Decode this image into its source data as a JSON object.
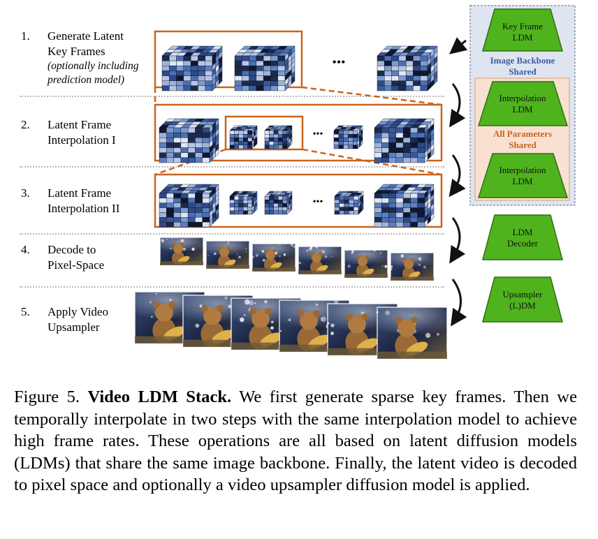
{
  "steps": [
    {
      "num": "1.",
      "line1": "Generate Latent",
      "line2": "Key Frames",
      "note1": "(optionally including",
      "note2": "prediction model)"
    },
    {
      "num": "2.",
      "line1": "Latent Frame",
      "line2": "Interpolation I"
    },
    {
      "num": "3.",
      "line1": "Latent Frame",
      "line2": "Interpolation II"
    },
    {
      "num": "4.",
      "line1": "Decode to",
      "line2": "Pixel-Space"
    },
    {
      "num": "5.",
      "line1": "Apply Video",
      "line2": "Upsampler"
    }
  ],
  "ellipsis": "•••",
  "models": {
    "keyframe": {
      "line1": "Key Frame",
      "line2": "LDM"
    },
    "backbone": {
      "line1": "Image Backbone",
      "line2": "Shared"
    },
    "interp1": {
      "line1": "Interpolation",
      "line2": "LDM"
    },
    "shared": {
      "line1": "All Parameters",
      "line2": "Shared"
    },
    "interp2": {
      "line1": "Interpolation",
      "line2": "LDM"
    },
    "decoder": {
      "line1": "LDM",
      "line2": "Decoder"
    },
    "upsampler": {
      "line1": "Upsampler",
      "line2": "(L)DM"
    }
  },
  "caption": {
    "label": "Figure 5.",
    "title": "Video LDM Stack.",
    "body": "We first generate sparse key frames. Then we temporally interpolate in two steps with the same interpolation model to achieve high frame rates. These operations are all based on latent diffusion models (LDMs) that share the same image backbone. Finally, the latent video is decoded to pixel space and optionally a video upsampler diffusion model is applied."
  },
  "colors": {
    "model_fill": "#4fb31d",
    "frame_border": "#c8641e",
    "backbone_bg": "#dfe5f0",
    "backbone_text": "#3b5ea0",
    "shared_bg": "#f9e1d2",
    "shared_text": "#c8641e"
  }
}
